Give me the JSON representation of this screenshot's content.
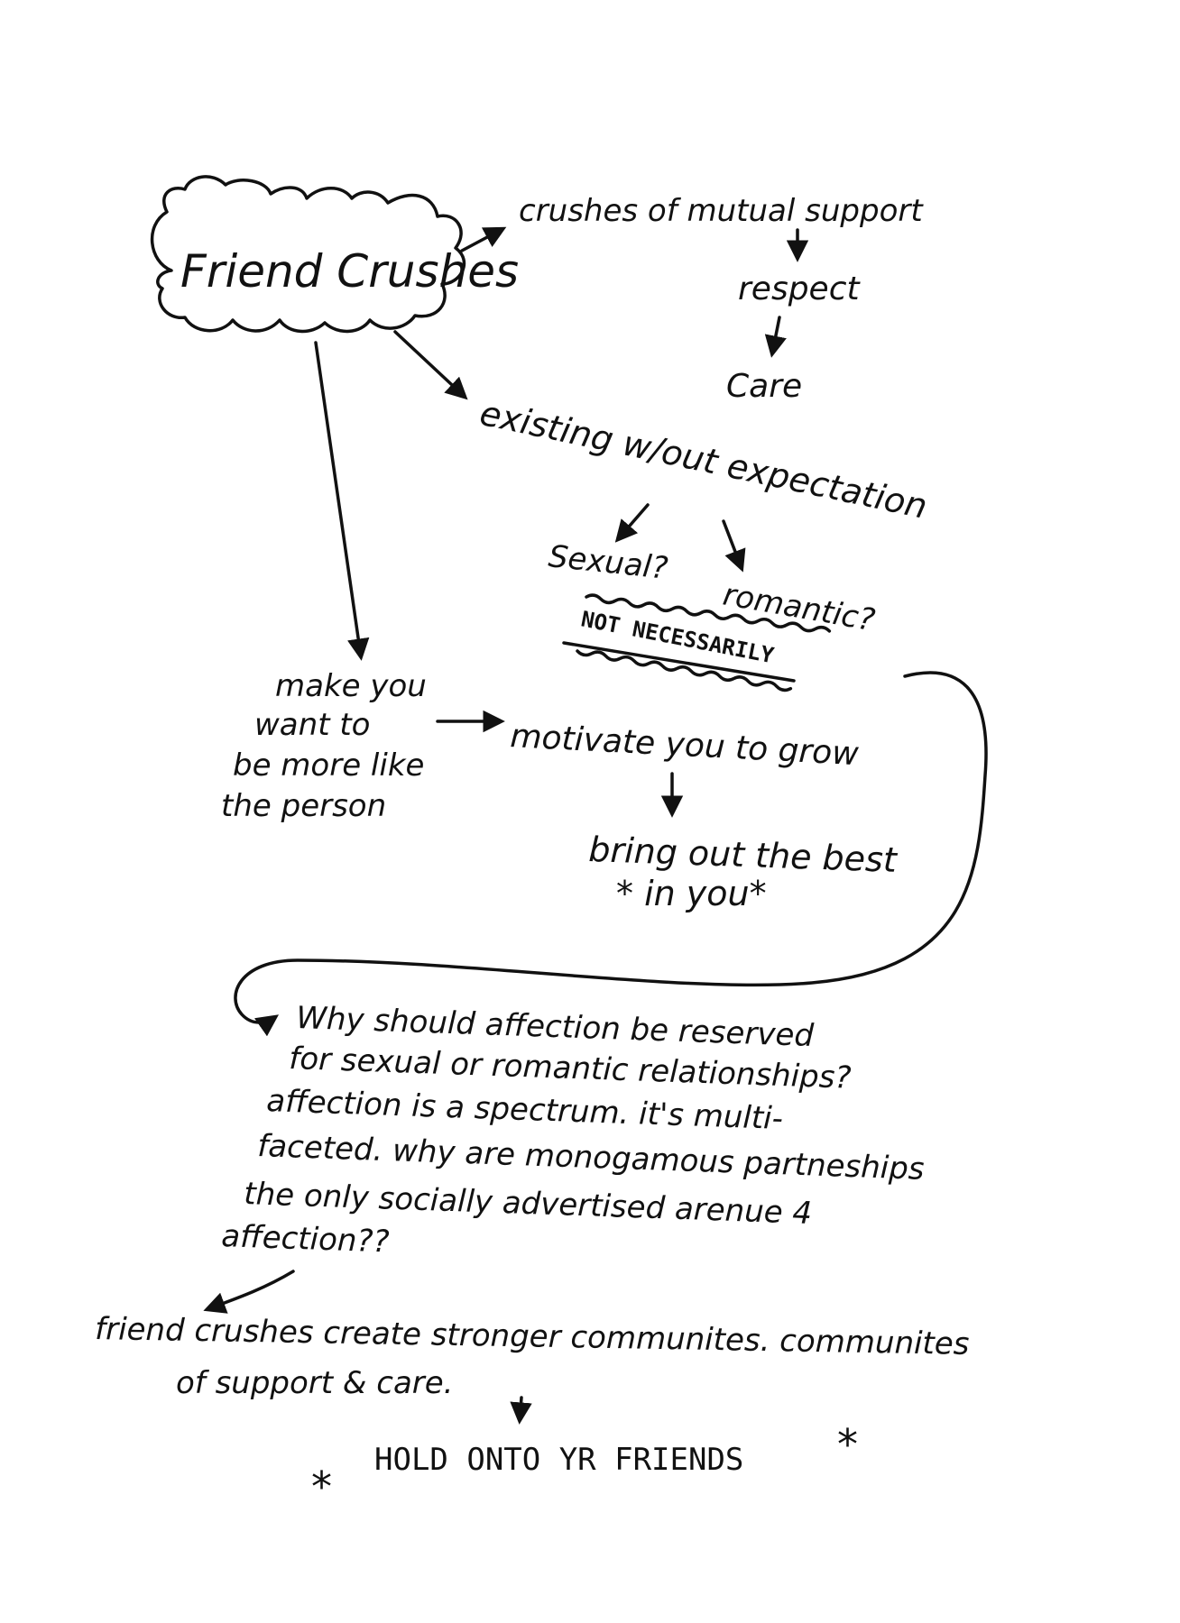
{
  "colors": {
    "ink": "#111111",
    "paper": "#ffffff"
  },
  "cloud_title": "Friend Crushes",
  "chain_top": {
    "support": "crushes of mutual support",
    "respect": "respect",
    "care": "Care"
  },
  "expectation": {
    "main": "existing w/out expectation",
    "sexual": "Sexual?",
    "romantic": "romantic?",
    "not_necessarily": "NOT NECESSARILY"
  },
  "growth": {
    "make_you_lines": [
      "make you",
      "want to",
      "be more like",
      "the person"
    ],
    "motivate": "motivate you to grow",
    "best_line1": "bring out the best",
    "best_line2": "* in you*"
  },
  "question_lines": [
    "Why should affection be reserved",
    "for sexual or romantic relationships?",
    "affection is a spectrum. it's multi-",
    "faceted. why are monogamous partneships",
    "the only socially advertised arenue 4",
    "affection??"
  ],
  "conclusion_lines": [
    "friend crushes create stronger communites. communites",
    "of support & care."
  ],
  "final": "HOLD ONTO YR FRIENDS",
  "final_star_left": "*",
  "final_star_right": "*"
}
